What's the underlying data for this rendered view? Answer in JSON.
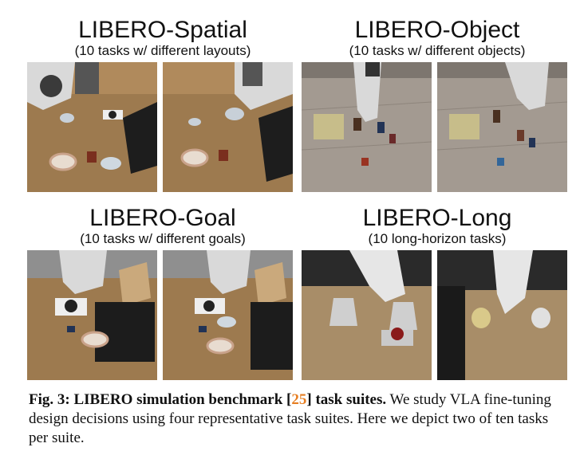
{
  "suites": [
    {
      "title": "LIBERO-Spatial",
      "subtitle": "(10 tasks w/ different layouts)"
    },
    {
      "title": "LIBERO-Object",
      "subtitle": "(10 tasks w/ different objects)"
    },
    {
      "title": "LIBERO-Goal",
      "subtitle": "(10 tasks w/ different goals)"
    },
    {
      "title": "LIBERO-Long",
      "subtitle": "(10 long-horizon tasks)"
    }
  ],
  "caption": {
    "fig_label": "Fig. 3:",
    "bold_pre": " LIBERO simulation benchmark [",
    "cite": "25",
    "bold_post": "] task suites.",
    "text": " We study VLA fine-tuning design decisions using four representative task suites. Here we depict two of ten tasks per suite."
  },
  "colors": {
    "cite": "#e67e22"
  }
}
